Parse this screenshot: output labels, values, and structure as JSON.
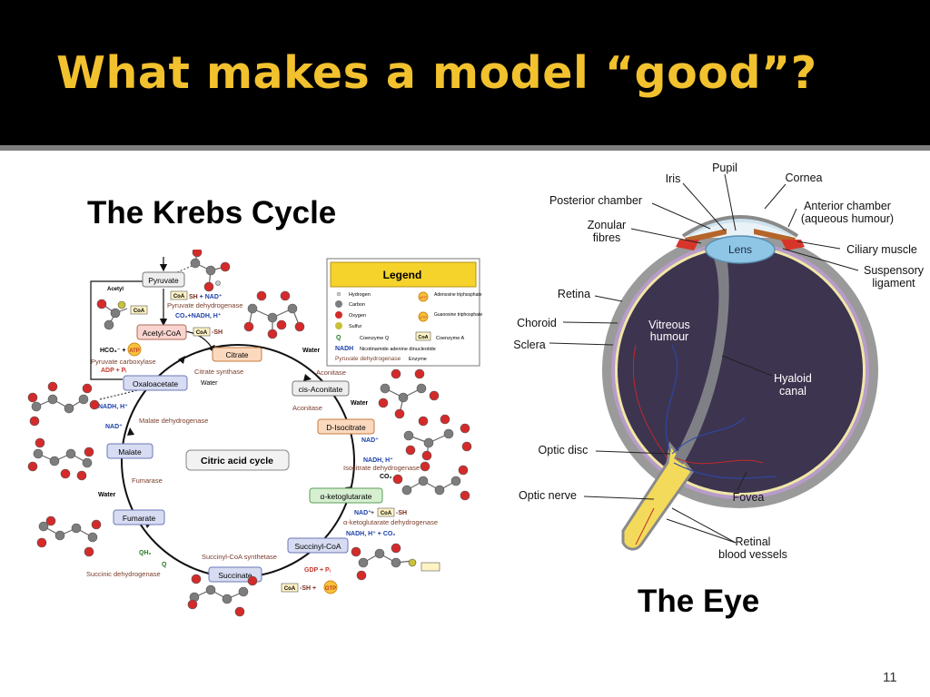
{
  "slide": {
    "title": "What makes a model “good”?",
    "page_number": "11"
  },
  "krebs": {
    "caption": "The Krebs Cycle",
    "center_label": "Citric acid cycle",
    "legend": {
      "title": "Legend",
      "hydrogen": "Hydrogen",
      "carbon": "Carbon",
      "oxygen": "Oxygen",
      "sulfur": "Sulfur",
      "coq_symbol": "Q",
      "coq": "Coenzyme Q",
      "coa_symbol": "CoA",
      "coa": "Coenzyme A",
      "atp_symbol": "ATP",
      "atp": "Adenosine triphosphate",
      "gtp_symbol": "GTP",
      "gtp": "Guanosine triphosphate",
      "nadh_symbol": "NADH",
      "nadh": "Nicotinamide adenine dinucleotide",
      "enzyme_example": "Pyruvate dehydrogenase",
      "enzyme": "Enzyme"
    },
    "metabolites": {
      "pyruvate": "Pyruvate",
      "acetyl_coa": "Acetyl-CoA",
      "citrate": "Citrate",
      "cis_aconitate": "cis-Aconitate",
      "d_isocitrate": "D-Isocitrate",
      "ketoglutarate": "α-ketoglutarate",
      "succinyl_coa": "Succinyl-CoA",
      "succinate": "Succinate",
      "fumarate": "Fumarate",
      "malate": "Malate",
      "oxaloacetate": "Oxaloacetate"
    },
    "enzymes": {
      "pyruvate_dh": "Pyruvate dehydrogenase",
      "pyruvate_carboxylase": "Pyruvate carboxylase",
      "citrate_synthase": "Citrate synthase",
      "aconitase_1": "Aconitase",
      "aconitase_2": "Aconitase",
      "isocitrate_dh": "Isocitrate dehydrogenase",
      "ketoglutarate_dh": "α-ketoglutarate dehydrogenase",
      "succinyl_coa_synthetase": "Succinyl-CoA synthetase",
      "succinic_dh": "Succinic dehydrogenase",
      "fumarase": "Fumarase",
      "malate_dh": "Malate dehydrogenase"
    },
    "cofactors": {
      "acetyl": "Acetyl",
      "coa": "CoA",
      "sh": "SH",
      "nad_plus": "NAD⁺",
      "nadh_h": "NADH, H⁺",
      "co2_nadh_h": "CO₂+NADH, H⁺",
      "co2": "CO₂",
      "nadh_h_co2": "NADH, H⁺ + CO₂",
      "hco3": "HCO₃⁻ +",
      "atp": "ATP",
      "adp_pi": "ADP + Pᵢ",
      "gdp_pi": "GDP + Pᵢ",
      "gtp": "GTP",
      "water": "Water",
      "qh2": "QH₂",
      "q": "Q",
      "plus": "+"
    }
  },
  "eye": {
    "caption": "The Eye",
    "labels": {
      "pupil": "Pupil",
      "iris": "Iris",
      "cornea": "Cornea",
      "posterior_chamber": "Posterior chamber",
      "anterior_chamber_1": "Anterior chamber",
      "anterior_chamber_2": "(aqueous humour)",
      "zonular_1": "Zonular",
      "zonular_2": "fibres",
      "lens": "Lens",
      "ciliary_muscle": "Ciliary muscle",
      "suspensory_1": "Suspensory",
      "suspensory_2": "ligament",
      "retina": "Retina",
      "choroid": "Choroid",
      "sclera": "Sclera",
      "vitreous_1": "Vitreous",
      "vitreous_2": "humour",
      "hyaloid_1": "Hyaloid",
      "hyaloid_2": "canal",
      "optic_disc": "Optic disc",
      "optic_nerve": "Optic nerve",
      "fovea": "Fovea",
      "retinal_vessels_1": "Retinal",
      "retinal_vessels_2": "blood vessels"
    }
  },
  "colors": {
    "title_bar": "#000000",
    "title_text": "#f2c12e",
    "legend_header": "#f6d32b",
    "metabolite_box": "#eeeeee",
    "acetyl_box": "#f9d4cf",
    "citrate_box": "#fbd9bf",
    "ketoglutarate_box": "#d6efd0",
    "succinyl_box": "#d7dcf2",
    "enzyme_text": "#7a3d2b",
    "nadh_text": "#1a3fa8",
    "oxygen_atom": "#d42a2a",
    "carbon_atom": "#7d7d7d",
    "vitreous": "#3d3450",
    "sclera": "#9a9a9a",
    "optic_nerve": "#f4da5a",
    "lens": "#8fc6e6",
    "iris": "#b5652a"
  }
}
